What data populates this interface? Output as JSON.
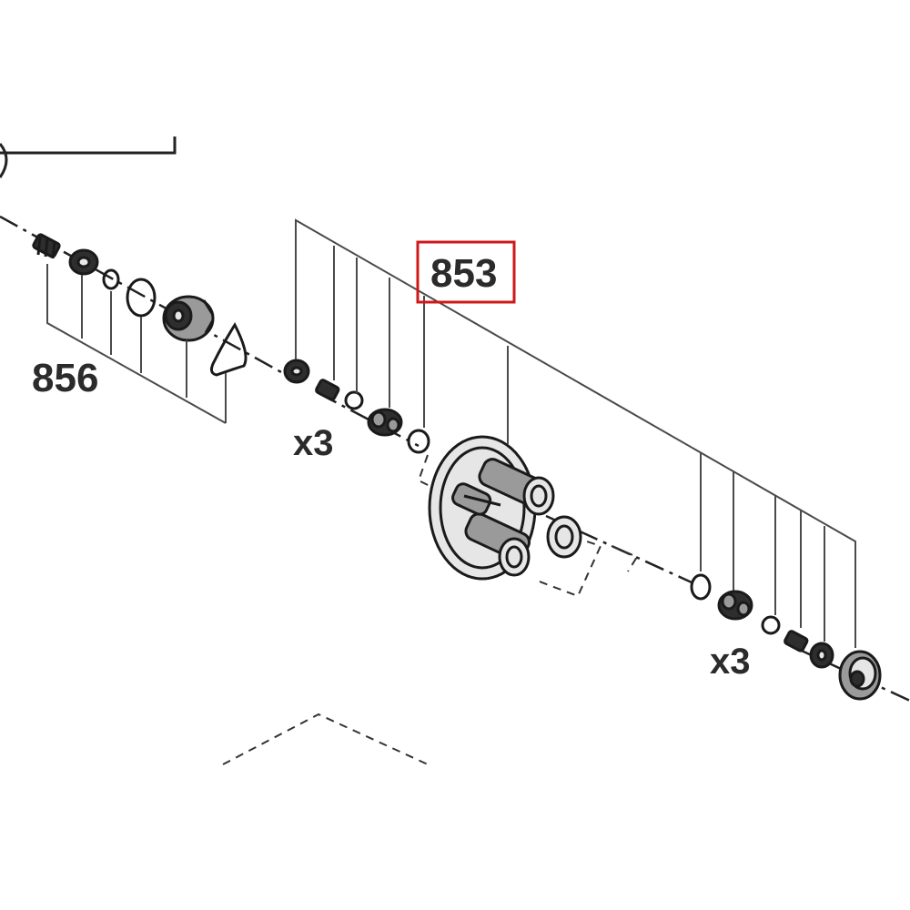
{
  "labels": {
    "assembly_853": "853",
    "assembly_856": "856",
    "qty_left": "x3",
    "qty_right": "x3"
  },
  "colors": {
    "line": "#222222",
    "callout_highlight": "#d01818"
  },
  "icons": {
    "left_chain": [
      "set-screw",
      "nut",
      "washer",
      "retaining-ring",
      "bushing",
      "triangular-spring"
    ],
    "center_chain": [
      "nut",
      "set-screw",
      "washer",
      "sleeve",
      "o-ring",
      "hub"
    ],
    "right_chain": [
      "o-ring",
      "sleeve",
      "washer",
      "set-screw",
      "nut",
      "bearing"
    ]
  }
}
